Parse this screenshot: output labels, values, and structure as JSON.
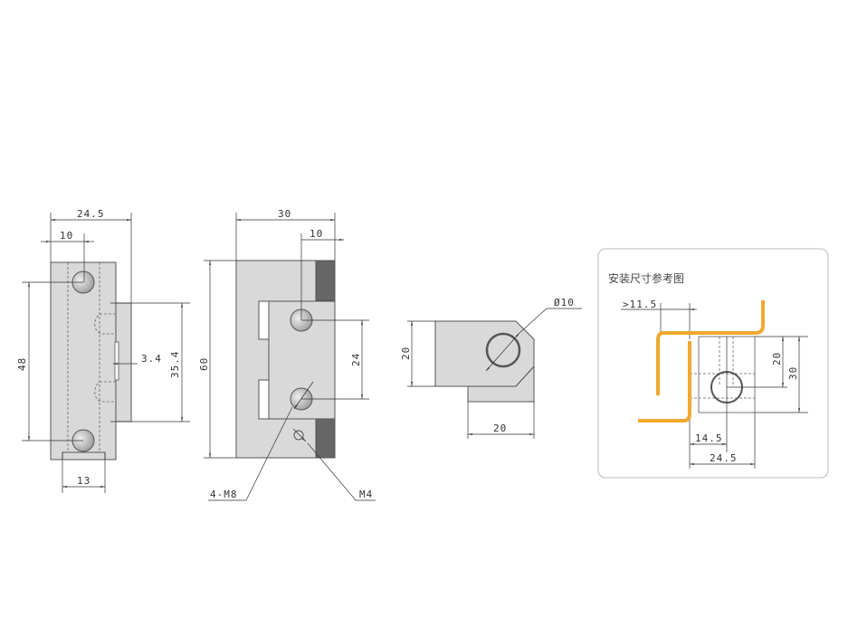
{
  "view_front": {
    "width": "24.5",
    "hole_offset": "10",
    "hole_spacing": "48",
    "tab_height": "35.4",
    "slot_offset": "3.4",
    "bottom_width": "13"
  },
  "view_side": {
    "width": "30",
    "hole_offset": "10",
    "height": "60",
    "hole_spacing": "24",
    "thread_note": "4-M8",
    "small_thread": "M4"
  },
  "view_top": {
    "height": "20",
    "width": "20",
    "pin_diameter": "Ø10"
  },
  "install_panel": {
    "title": "安装尺寸参考图",
    "min_gap": ">11.5",
    "height_inner": "20",
    "height_outer": "30",
    "offset_pin": "14.5",
    "offset_total": "24.5",
    "accent_color": "#f0a830"
  }
}
